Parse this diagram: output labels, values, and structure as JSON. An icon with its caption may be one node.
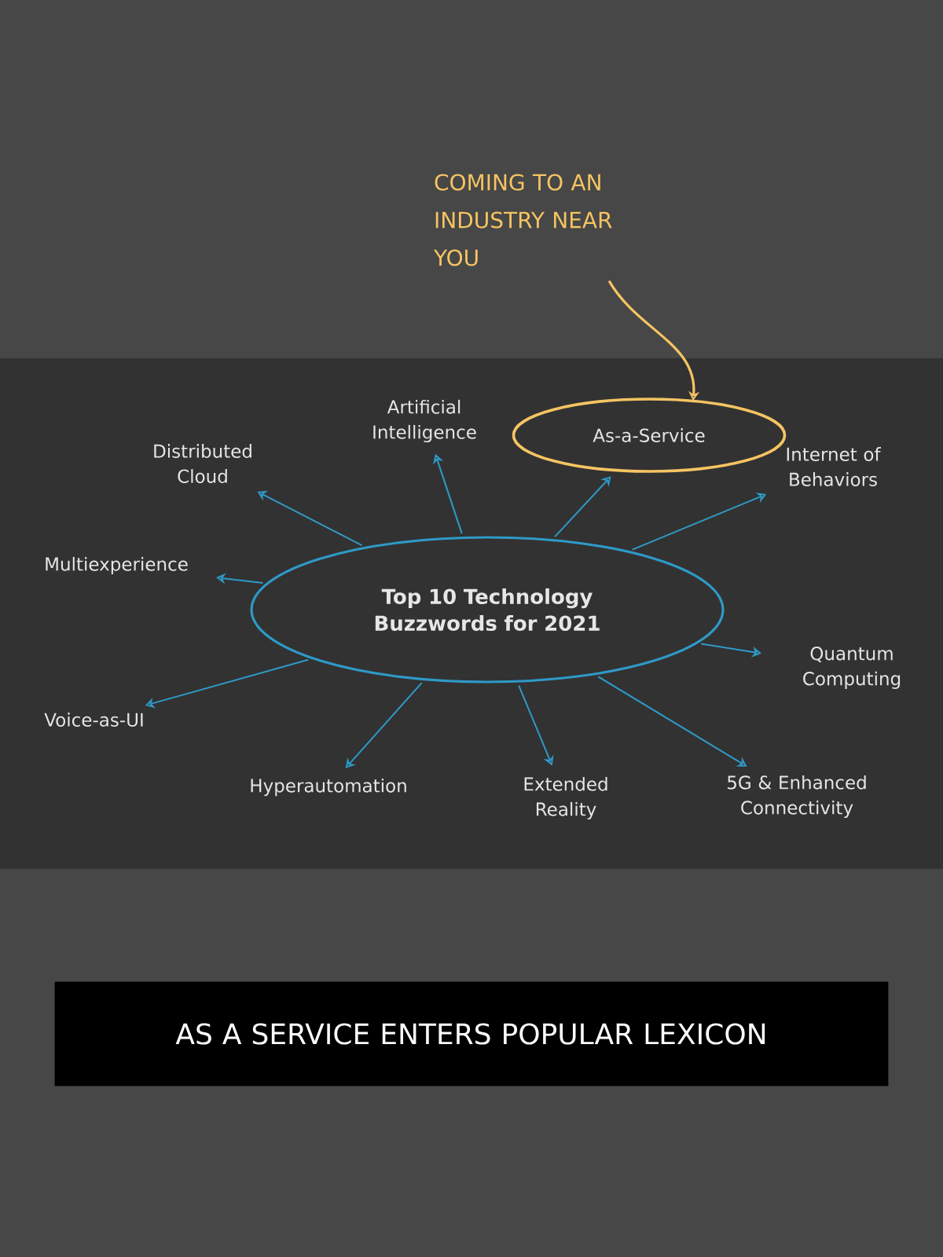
{
  "diagram": {
    "nodes": [
      {
        "text": [
          "Top 10 Technology Buzzwords for 2021"
        ]
      },
      {
        "text": [
          "Distributed Cloud"
        ]
      },
      {
        "text": [
          "Artificial Intelligence"
        ]
      },
      {
        "text": [
          "As-a-Service"
        ]
      },
      {
        "text": [
          "Internet of Behaviors"
        ]
      },
      {
        "text": [
          "Multiexperience"
        ]
      },
      {
        "text": [
          "Quantum Computing"
        ]
      },
      {
        "text": [
          "Voice-as-UI"
        ]
      },
      {
        "text": [
          "Hyperautomation"
        ]
      },
      {
        "text": [
          "Extended Reality"
        ]
      },
      {
        "text": [
          "5G & Enhanced Connectivity"
        ]
      },
      {
        "text": [
          "COMING TO AN INDUSTRY NEAR YOU"
        ]
      },
      {
        "text": [
          "AS A SERVICE ENTERS POPULAR LEXICON"
        ]
      }
    ],
    "edges": [
      {
        "from": 0,
        "to": 1,
        "arrow": "to"
      },
      {
        "from": 0,
        "to": 2,
        "arrow": "to"
      },
      {
        "from": 0,
        "to": 3,
        "arrow": "to"
      },
      {
        "from": 0,
        "to": 4,
        "arrow": "to"
      },
      {
        "from": 0,
        "to": 5,
        "arrow": "to"
      },
      {
        "from": 0,
        "to": 6,
        "arrow": "to"
      },
      {
        "from": 0,
        "to": 7,
        "arrow": "to"
      },
      {
        "from": 0,
        "to": 8,
        "arrow": "to"
      },
      {
        "from": 0,
        "to": 9,
        "arrow": "to"
      },
      {
        "from": 0,
        "to": 10,
        "arrow": "to"
      },
      {
        "from": 11,
        "to": 3,
        "arrow": "to",
        "color": "#f5c462"
      }
    ]
  }
}
